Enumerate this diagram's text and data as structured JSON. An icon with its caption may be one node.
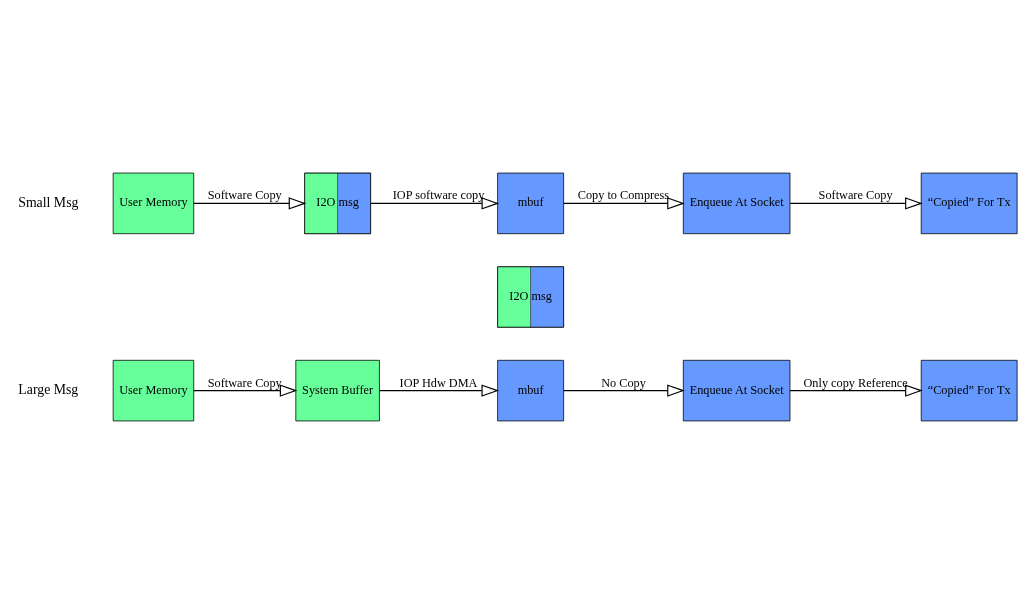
{
  "diagram": {
    "nodes": [
      {
        "text": [
          "User Memory"
        ]
      },
      {
        "text": [
          "System Buffer"
        ]
      },
      {
        "text": [
          "I2O msg"
        ]
      },
      {
        "text": [
          "mbuf"
        ]
      },
      {
        "text": [
          "Enqueue At Socket"
        ]
      },
      {
        "text": [
          "“Copied” For Tx"
        ]
      },
      {
        "text": [
          "User Memory"
        ]
      },
      {
        "text": [
          "I2O msg"
        ]
      },
      {
        "text": [
          "mbuf"
        ]
      },
      {
        "text": [
          "Enqueue At Socket"
        ]
      },
      {
        "text": [
          "“Copied” For Tx"
        ]
      }
    ],
    "edges": [
      {
        "from": 0,
        "to": 1,
        "arrow": "to",
        "label": "Software Copy"
      },
      {
        "from": 1,
        "to": 3,
        "arrow": "to",
        "label": "IOP Hdw DMA"
      },
      {
        "from": 3,
        "to": 4,
        "arrow": "to",
        "label": "No Copy"
      },
      {
        "from": 4,
        "to": 5,
        "arrow": "to",
        "label": "Only copy Reference"
      },
      {
        "from": 6,
        "to": 7,
        "arrow": "to",
        "label": "Software Copy"
      },
      {
        "from": 7,
        "to": 8,
        "arrow": "to",
        "label": "IOP software copy"
      },
      {
        "from": 8,
        "to": 9,
        "arrow": "to",
        "label": "Copy to Compress"
      },
      {
        "from": 9,
        "to": 10,
        "arrow": "to",
        "label": "Software Copy"
      }
    ],
    "labels": [
      "Large Msg",
      "Small Msg"
    ]
  }
}
